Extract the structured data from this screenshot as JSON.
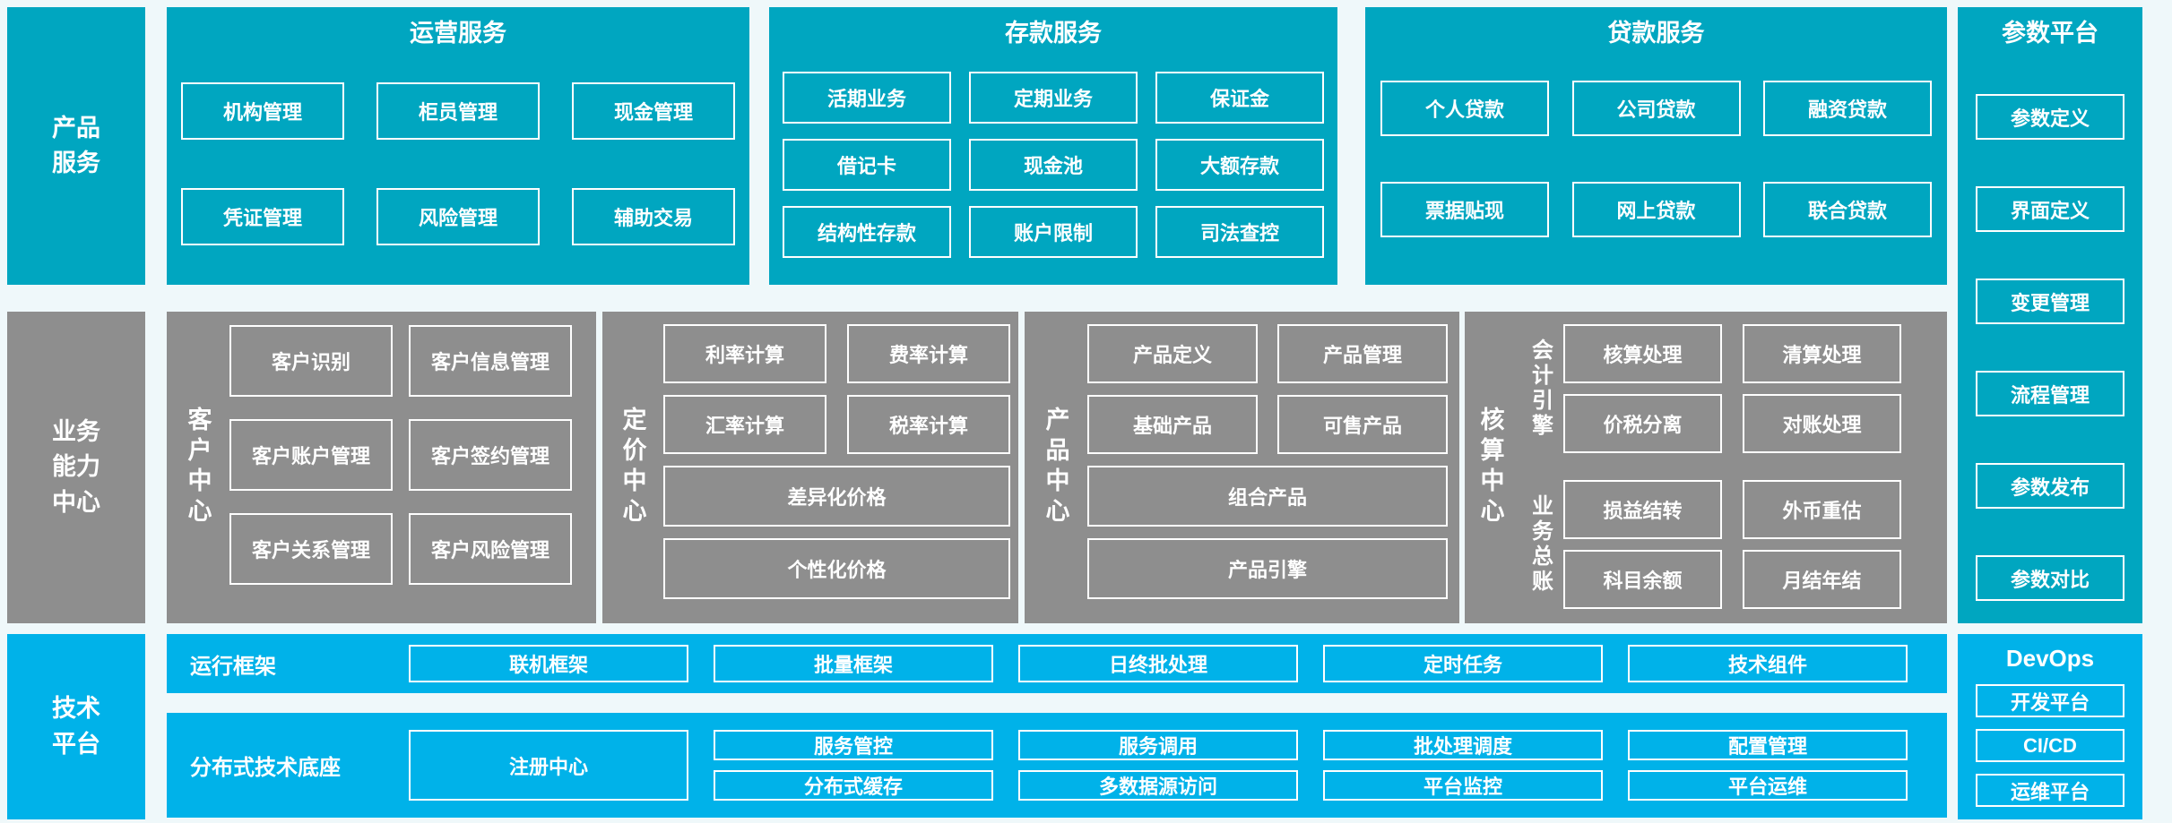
{
  "palette": {
    "teal": "#00a6c0",
    "gray": "#8e8e8e",
    "blue": "#00b2e9",
    "background": "#eff8fa",
    "box_border": "#ffffff",
    "text": "#ffffff"
  },
  "rails": {
    "product_services": "产品\n服务",
    "business_capability": "业务\n能力\n中心",
    "tech_platform": "技术\n平台"
  },
  "product_services_row": {
    "operations": {
      "title": "运营服务",
      "boxes": [
        "机构管理",
        "柜员管理",
        "现金管理",
        "凭证管理",
        "风险管理",
        "辅助交易"
      ]
    },
    "deposit": {
      "title": "存款服务",
      "boxes": [
        "活期业务",
        "定期业务",
        "保证金",
        "借记卡",
        "现金池",
        "大额存款",
        "结构性存款",
        "账户限制",
        "司法查控"
      ]
    },
    "loan": {
      "title": "贷款服务",
      "boxes": [
        "个人贷款",
        "公司贷款",
        "融资贷款",
        "票据贴现",
        "网上贷款",
        "联合贷款"
      ]
    }
  },
  "parameter_platform": {
    "title": "参数平台",
    "boxes": [
      "参数定义",
      "界面定义",
      "变更管理",
      "流程管理",
      "参数发布",
      "参数对比"
    ]
  },
  "business_capability_row": {
    "customer_center": {
      "label": "客户中心",
      "boxes": [
        "客户识别",
        "客户信息管理",
        "客户账户管理",
        "客户签约管理",
        "客户关系管理",
        "客户风险管理"
      ]
    },
    "pricing_center": {
      "label": "定价中心",
      "boxes": [
        "利率计算",
        "费率计算",
        "汇率计算",
        "税率计算"
      ],
      "wide_boxes": [
        "差异化价格",
        "个性化价格"
      ]
    },
    "product_center": {
      "label": "产品中心",
      "boxes": [
        "产品定义",
        "产品管理",
        "基础产品",
        "可售产品"
      ],
      "wide_boxes": [
        "组合产品",
        "产品引擎"
      ]
    },
    "accounting_center": {
      "label": "核算中心",
      "groups": [
        {
          "label": "会计引擎",
          "boxes": [
            "核算处理",
            "清算处理",
            "价税分离",
            "对账处理"
          ]
        },
        {
          "label": "业务总账",
          "boxes": [
            "损益结转",
            "外币重估",
            "科目余额",
            "月结年结"
          ]
        }
      ]
    }
  },
  "tech_platform_row": {
    "runtime_framework": {
      "label": "运行框架",
      "boxes": [
        "联机框架",
        "批量框架",
        "日终批处理",
        "定时任务",
        "技术组件"
      ]
    },
    "distributed_base": {
      "label": "分布式技术底座",
      "registry_box": "注册中心",
      "stacked_boxes": [
        [
          "服务管控",
          "分布式缓存"
        ],
        [
          "服务调用",
          "多数据源访问"
        ],
        [
          "批处理调度",
          "平台监控"
        ],
        [
          "配置管理",
          "平台运维"
        ]
      ]
    },
    "devops": {
      "title": "DevOps",
      "boxes": [
        "开发平台",
        "CI/CD",
        "运维平台"
      ]
    }
  }
}
